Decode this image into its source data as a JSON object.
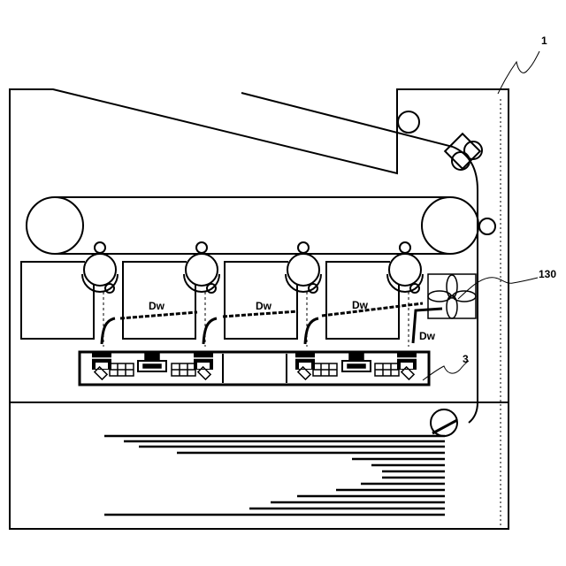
{
  "labels": {
    "apparatus_ref": "1",
    "fan_ref": "130",
    "unit_ref": "3",
    "dw_1": "Dw",
    "dw_2": "Dw",
    "dw_3": "Dw",
    "dw_4": "Dw"
  }
}
